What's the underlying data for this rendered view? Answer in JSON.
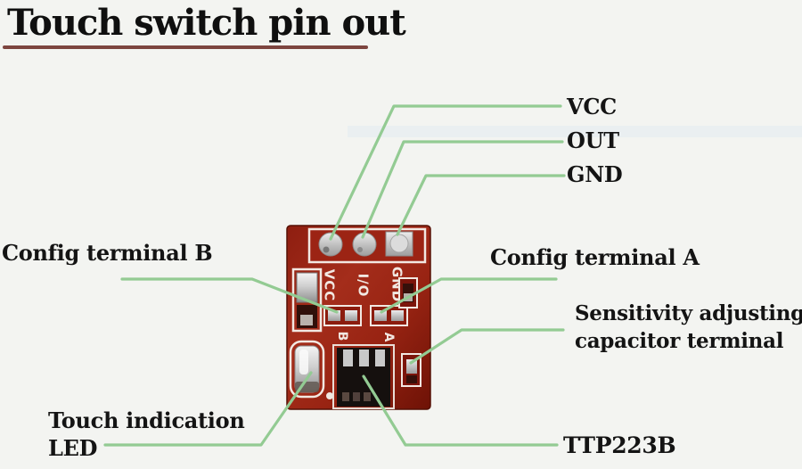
{
  "title": {
    "text": "Touch switch pin out"
  },
  "callouts": {
    "vcc": "VCC",
    "out": "OUT",
    "gnd": "GND",
    "config_b": "Config terminal B",
    "config_a": "Config terminal A",
    "sensitivity_line1": "Sensitivity adjusting",
    "sensitivity_line2": "capacitor terminal",
    "led_line1": "Touch indication",
    "led_line2": "LED",
    "chip": "TTP223B"
  },
  "module": {
    "silkscreen": {
      "pin1": "VCC",
      "pin2": "I/O",
      "pin3": "GND",
      "jumper_b": "B",
      "jumper_a": "A"
    }
  },
  "colors": {
    "background": "#f3f4f1",
    "title_text": "#0f0f0f",
    "title_underline": "#7d453f",
    "leader_line": "#93cb93",
    "label_text": "#141414",
    "pcb_red": "#9c2414",
    "pcb_dark": "#6e1206",
    "pad_silver": "#c6c6c6",
    "silkscreen_white": "#f2e8e2",
    "chip_black": "#15100e"
  }
}
